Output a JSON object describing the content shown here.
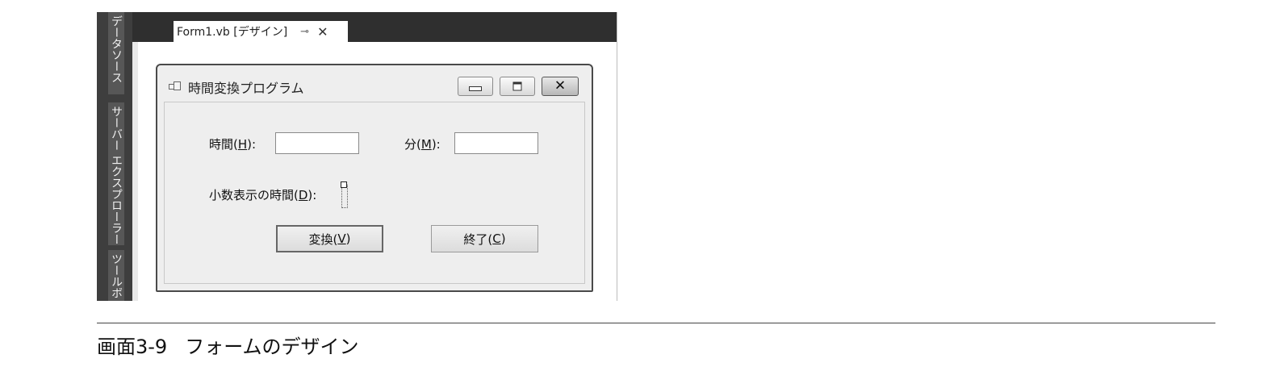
{
  "side_tabs": [
    "データソース",
    "サーバー エクスプローラー",
    "ツールボ"
  ],
  "document_tab": {
    "title": "Form1.vb [デザイン]",
    "pin": "⊸",
    "close": "✕"
  },
  "form": {
    "title": "時間変換プログラム",
    "hours_label": "時間(",
    "hours_key": "H",
    "hours_suffix": "):",
    "minutes_label": "分(",
    "minutes_key": "M",
    "minutes_suffix": "):",
    "decimal_label": "小数表示の時間(",
    "decimal_key": "D",
    "decimal_suffix": "):",
    "convert_label": "変換(",
    "convert_key": "V",
    "convert_suffix": ")",
    "exit_label": "終了(",
    "exit_key": "C",
    "exit_suffix": ")"
  },
  "caption": {
    "number": "画面3-9",
    "text": "フォームのデザイン"
  }
}
